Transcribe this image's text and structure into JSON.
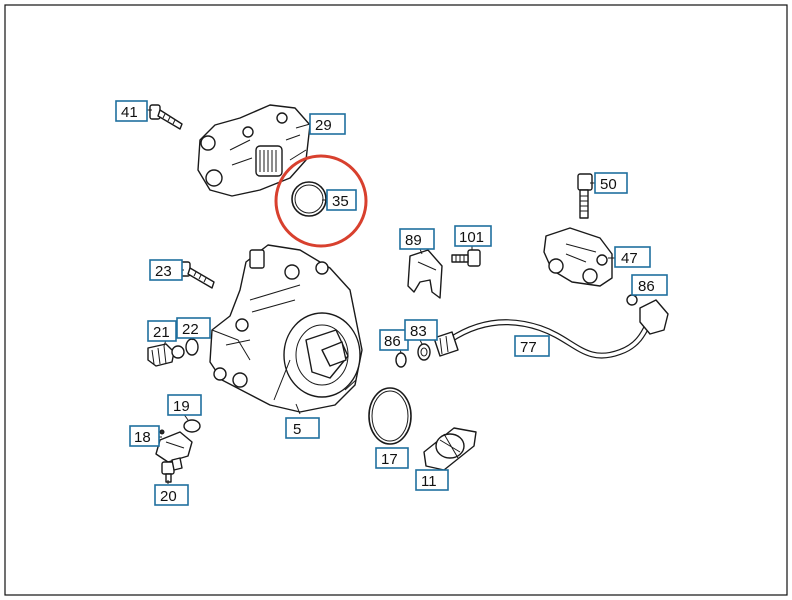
{
  "highlight": {
    "color": "#d8402e",
    "part": "35"
  },
  "label_color": "#1f6f9e",
  "labels": {
    "p41": "41",
    "p29": "29",
    "p35": "35",
    "p50": "50",
    "p89": "89",
    "p101": "101",
    "p47": "47",
    "p86a": "86",
    "p23": "23",
    "p21": "21",
    "p22": "22",
    "p86b": "86",
    "p83": "83",
    "p77": "77",
    "p19": "19",
    "p18": "18",
    "p5": "5",
    "p17": "17",
    "p11": "11",
    "p20": "20"
  }
}
